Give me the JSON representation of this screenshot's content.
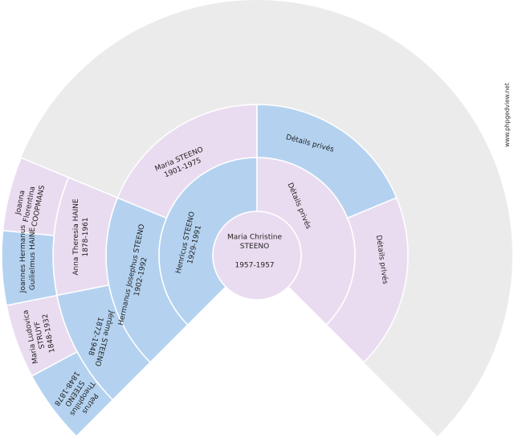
{
  "colors": {
    "background_ring": "#ebebeb",
    "male": "#b4d2f0",
    "female": "#eadcf0",
    "separator": "#ffffff",
    "text": "#222222"
  },
  "credit": "www.phpgedview.net",
  "persons": [
    {
      "id": "p1",
      "lines": [
        "Maria Christine",
        "STEENO",
        "",
        "1957-1957"
      ],
      "sex": "female",
      "generation": 0
    },
    {
      "id": "p2",
      "lines": [
        "Henricus STEENO",
        "1929-1991"
      ],
      "sex": "male",
      "generation": 1
    },
    {
      "id": "p3",
      "lines": [
        "Détails privés"
      ],
      "sex": "female",
      "generation": 1
    },
    {
      "id": "p4",
      "lines": [
        "Hermanus Josephus STEENO",
        "1902-1992"
      ],
      "sex": "male",
      "generation": 2
    },
    {
      "id": "p5",
      "lines": [
        "Maria STEENO",
        "1901-1975"
      ],
      "sex": "female",
      "generation": 2
    },
    {
      "id": "p6",
      "lines": [
        "Détails privés"
      ],
      "sex": "male",
      "generation": 2
    },
    {
      "id": "p7",
      "lines": [
        "Détails privés"
      ],
      "sex": "female",
      "generation": 2
    },
    {
      "id": "p8",
      "lines": [
        "Jérôme STEENO",
        "1872-1948"
      ],
      "sex": "male",
      "generation": 3
    },
    {
      "id": "p9",
      "lines": [
        "Anna Theresia HAINE",
        "1878-1961"
      ],
      "sex": "female",
      "generation": 3
    },
    {
      "id": "p10",
      "lines": [
        "Petrus",
        "Theophilus",
        "STEENO",
        "1848-1878"
      ],
      "sex": "male",
      "generation": 4
    },
    {
      "id": "p11",
      "lines": [
        "Maria Ludovica",
        "STRUYF",
        "1848-1932"
      ],
      "sex": "female",
      "generation": 4
    },
    {
      "id": "p12",
      "lines": [
        "Joannes Hermanus",
        "Guilielmus HAINE"
      ],
      "sex": "male",
      "generation": 4
    },
    {
      "id": "p13",
      "lines": [
        "Joanna",
        "Florentina",
        "COOPMANS"
      ],
      "sex": "female",
      "generation": 4
    }
  ]
}
